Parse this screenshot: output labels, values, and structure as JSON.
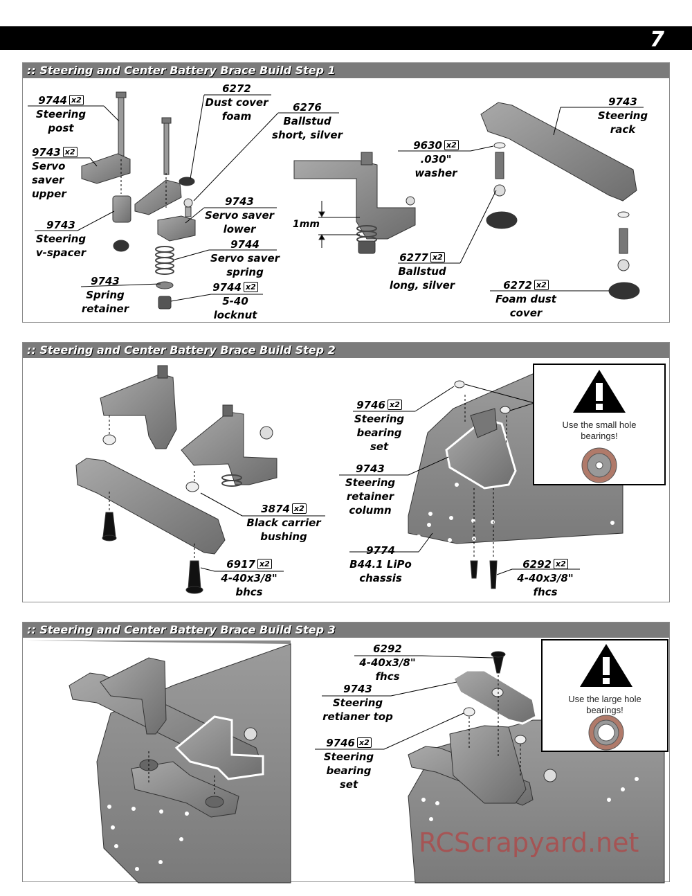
{
  "page_number": "7",
  "steps": [
    {
      "title": ":: Steering and Center Battery Brace Build Step 1"
    },
    {
      "title": ":: Steering and Center Battery Brace Build Step 2"
    },
    {
      "title": ":: Steering and Center Battery Brace Build Step 3"
    }
  ],
  "step1": {
    "steering_post": {
      "num": "9744",
      "qty": "x2",
      "label": "Steering\npost"
    },
    "servo_saver_upper": {
      "num": "9743",
      "qty": "x2",
      "label": "Servo\nsaver\nupper"
    },
    "steering_vspacer": {
      "num": "9743",
      "label": "Steering\nv-spacer"
    },
    "spring_retainer": {
      "num": "9743",
      "label": "Spring\nretainer"
    },
    "dust_cover_foam": {
      "num": "6272",
      "label": "Dust cover\nfoam"
    },
    "ballstud_short": {
      "num": "6276",
      "label": "Ballstud\nshort, silver"
    },
    "servo_saver_lower": {
      "num": "9743",
      "label": "Servo saver\nlower"
    },
    "servo_saver_spring": {
      "num": "9744",
      "label": "Servo saver\nspring"
    },
    "locknut": {
      "num": "9744",
      "qty": "x2",
      "label": "5-40\nlocknut"
    },
    "dimension": "1mm",
    "washer": {
      "num": "9630",
      "qty": "x2",
      "label": ".030\"\nwasher"
    },
    "ballstud_long": {
      "num": "6277",
      "qty": "x2",
      "label": "Ballstud\nlong, silver"
    },
    "steering_rack": {
      "num": "9743",
      "label": "Steering\nrack"
    },
    "foam_dust_cover": {
      "num": "6272",
      "qty": "x2",
      "label": "Foam dust\ncover"
    }
  },
  "step2": {
    "carrier_bushing": {
      "num": "3874",
      "qty": "x2",
      "label": "Black carrier\nbushing"
    },
    "bhcs": {
      "num": "6917",
      "qty": "x2",
      "label": "4-40x3/8\"\nbhcs"
    },
    "bearing_set": {
      "num": "9746",
      "qty": "x2",
      "label": "Steering\nbearing\nset"
    },
    "retainer_column": {
      "num": "9743",
      "label": "Steering\nretainer\ncolumn"
    },
    "chassis": {
      "num": "9774",
      "label": "B44.1 LiPo\nchassis"
    },
    "fhcs": {
      "num": "6292",
      "qty": "x2",
      "label": "4-40x3/8\"\nfhcs"
    },
    "warning": "Use the small hole\nbearings!"
  },
  "step3": {
    "fhcs": {
      "num": "6292",
      "label": "4-40x3/8\"\nfhcs"
    },
    "retainer_top": {
      "num": "9743",
      "label": "Steering\nretianer top"
    },
    "bearing_set": {
      "num": "9746",
      "qty": "x2",
      "label": "Steering\nbearing\nset"
    },
    "warning": "Use the large hole\nbearings!"
  },
  "watermark": "RCScrapyard.net",
  "colors": {
    "panel_header": "#7b7b7b",
    "part_gray": "#8e8e8e",
    "chassis_gray": "#8a8a8a",
    "warn_black": "#000000"
  }
}
